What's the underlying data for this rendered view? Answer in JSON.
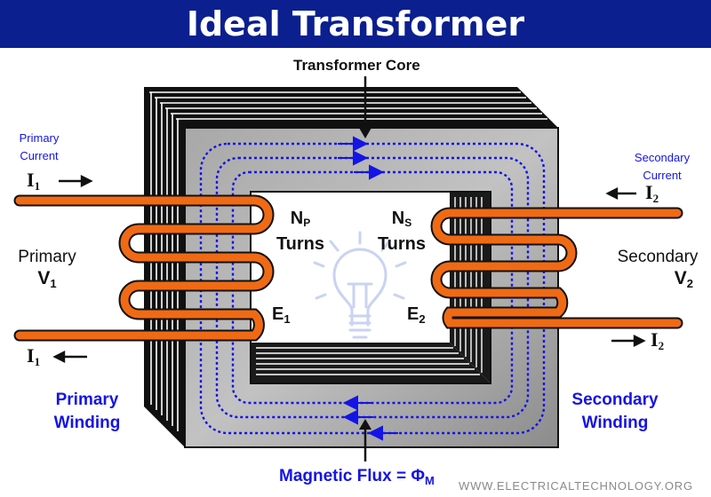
{
  "title": "Ideal Transformer",
  "core_label": "Transformer Core",
  "primary": {
    "current_label_line1": "Primary",
    "current_label_line2": "Current",
    "current_symbol": "I",
    "current_subscript": "1",
    "voltage_label": "Primary",
    "voltage_symbol": "V",
    "voltage_subscript": "1",
    "turns_symbol": "N",
    "turns_subscript": "P",
    "turns_word": "Turns",
    "emf_symbol": "E",
    "emf_subscript": "1",
    "winding_line1": "Primary",
    "winding_line2": "Winding"
  },
  "secondary": {
    "current_label_line1": "Secondary",
    "current_label_line2": "Current",
    "current_symbol": "I",
    "current_subscript": "2",
    "voltage_label": "Secondary",
    "voltage_symbol": "V",
    "voltage_subscript": "2",
    "turns_symbol": "N",
    "turns_subscript": "S",
    "turns_word": "Turns",
    "emf_symbol": "E",
    "emf_subscript": "2",
    "winding_line1": "Secondary",
    "winding_line2": "Winding"
  },
  "flux": {
    "label": "Magnetic Flux = ",
    "symbol": "Φ",
    "subscript": "M"
  },
  "watermark": "WWW.ELECTRICALTECHNOLOGY.ORG",
  "colors": {
    "header_bg": "#0b1f8f",
    "accent_blue": "#1414e6",
    "winding_orange": "#f06a14",
    "core_gray": "#9a9a9a",
    "lamp_blue": "#c9d3f2"
  },
  "icons": {
    "lamp": "light-bulb-icon"
  }
}
